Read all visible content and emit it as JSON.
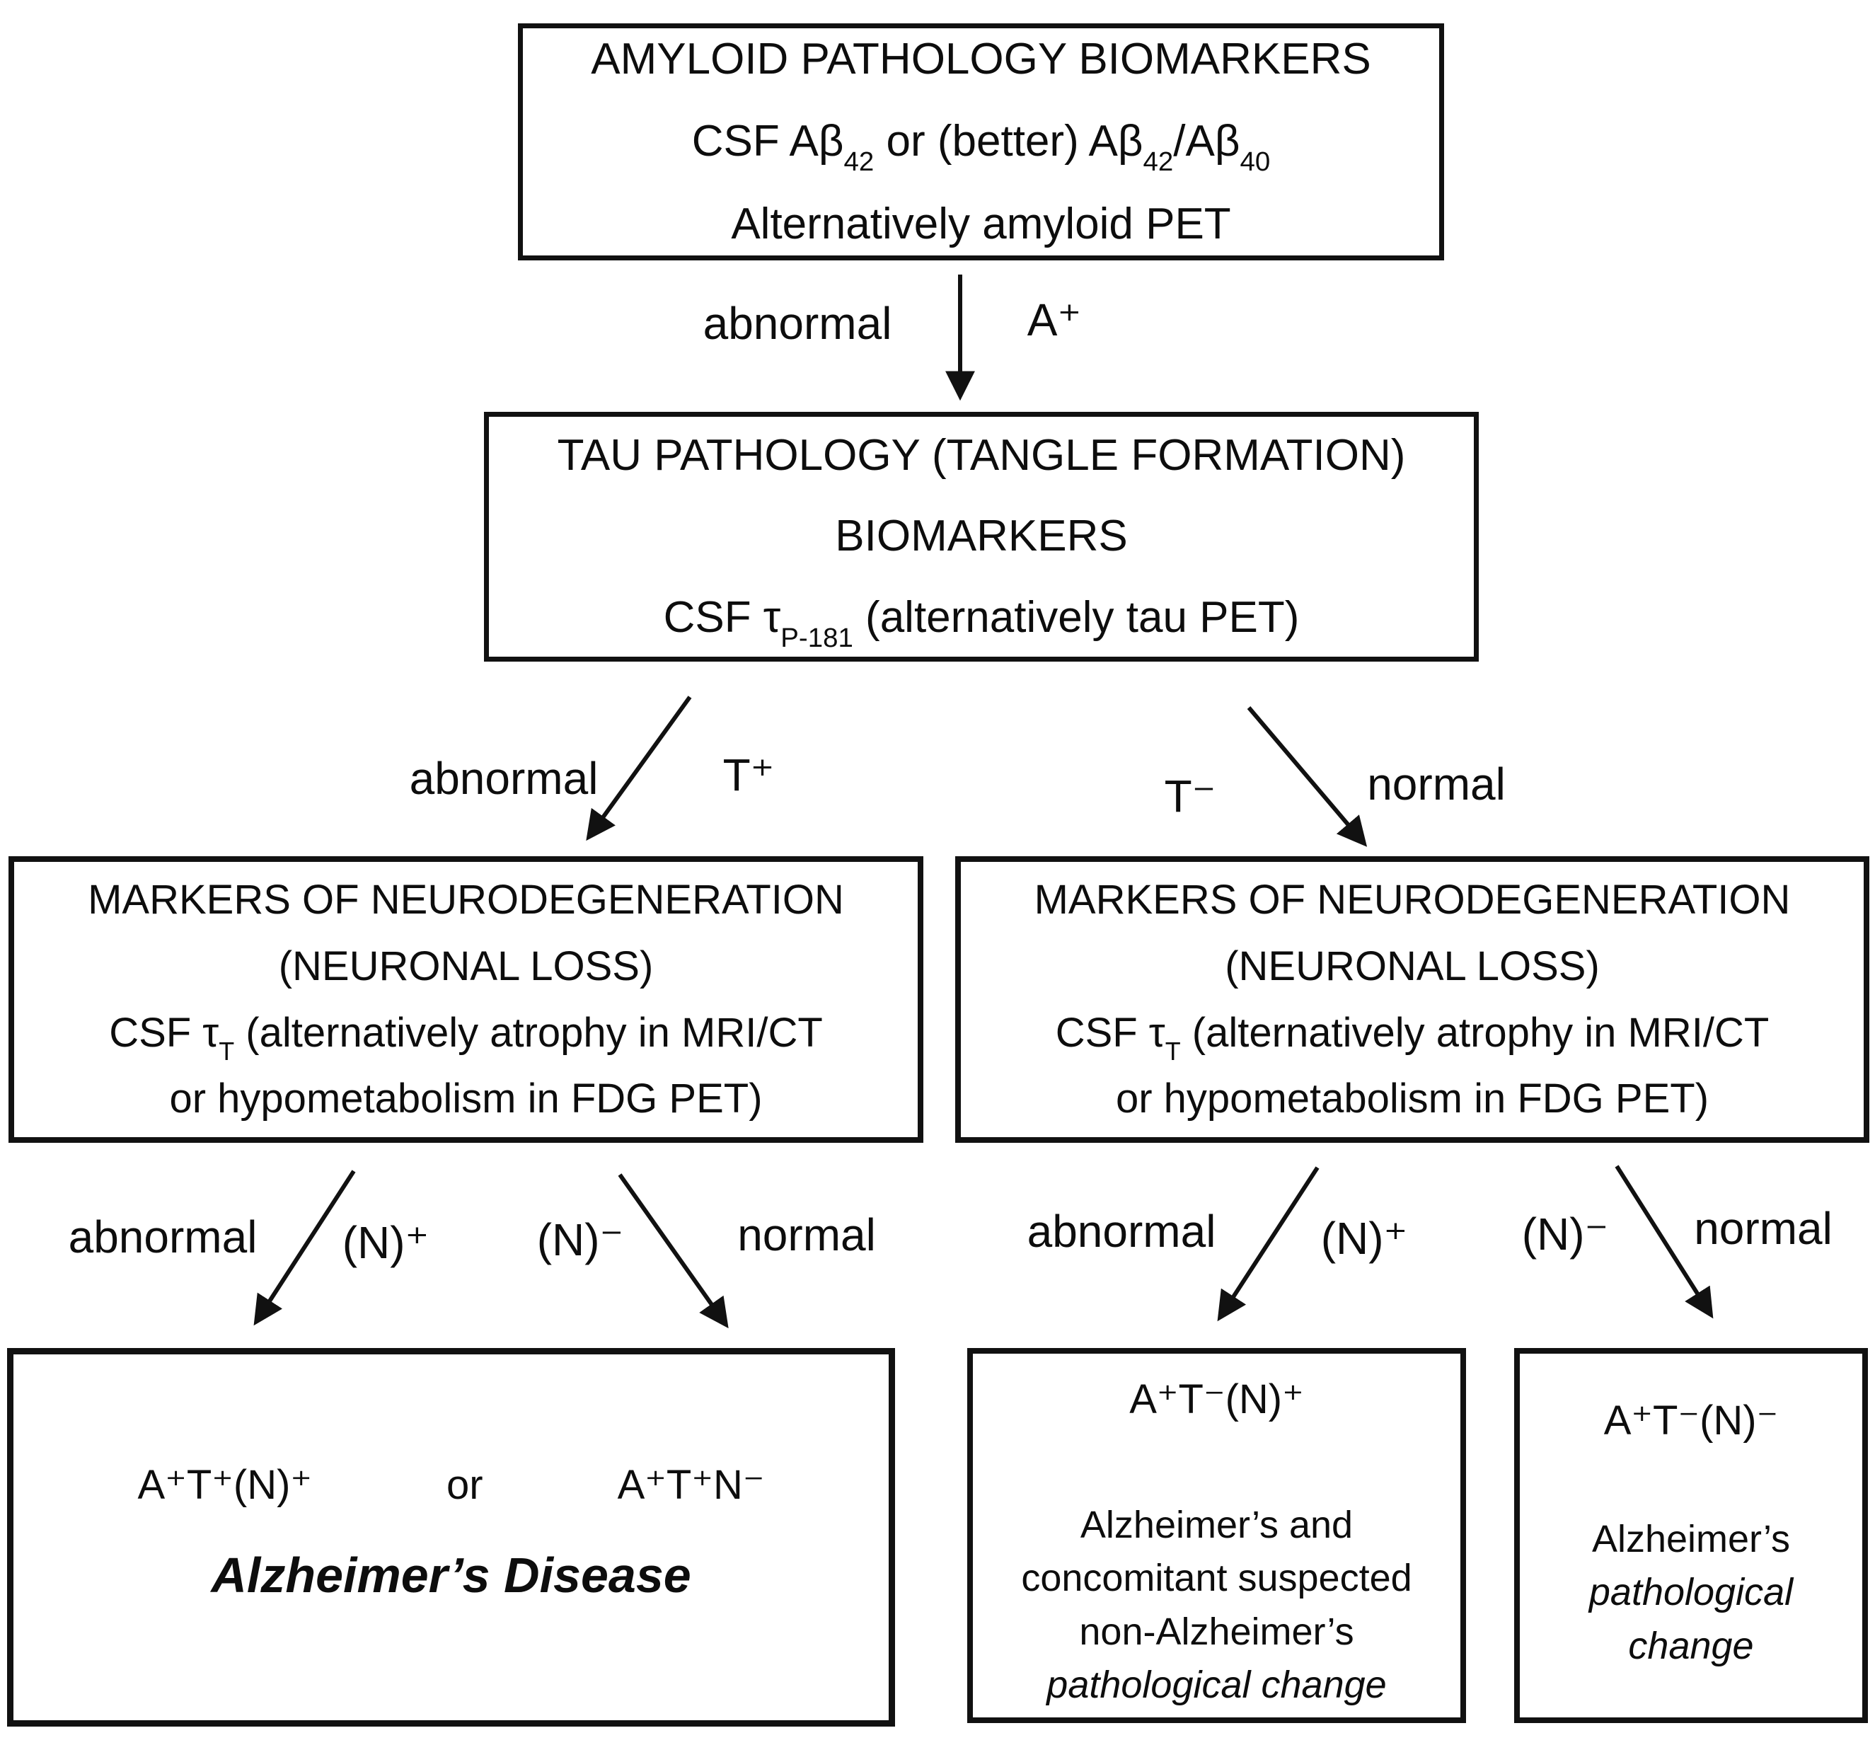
{
  "figure": {
    "type": "flowchart",
    "background_color": "#ffffff",
    "line_color": "#111111",
    "text_color": "#0d0d0d"
  },
  "nodes": {
    "amyloid": {
      "line1": "AMYLOID PATHOLOGY BIOMARKERS",
      "line2": {
        "p1": "CSF Aβ",
        "s1": "42",
        "p2": " or (better) Aβ",
        "s2": "42",
        "p3": "/Aβ",
        "s3": "40"
      },
      "line3": "Alternatively amyloid PET"
    },
    "tau": {
      "line1": "TAU PATHOLOGY (TANGLE FORMATION)",
      "line2": "BIOMARKERS",
      "line3": {
        "p1": "CSF τ",
        "s1": "P-181",
        "p2": " (alternatively tau PET)"
      }
    },
    "neuro_left": {
      "line1": "MARKERS OF NEURODEGENERATION",
      "line2": "(NEURONAL LOSS)",
      "line3": {
        "p1": "CSF τ",
        "s1": "T",
        "p2": " (alternatively atrophy in MRI/CT"
      },
      "line4": "or hypometabolism in FDG PET)"
    },
    "neuro_right": {
      "line1": "MARKERS OF NEURODEGENERATION",
      "line2": "(NEURONAL LOSS)",
      "line3": {
        "p1": "CSF τ",
        "s1": "T",
        "p2": " (alternatively atrophy in MRI/CT"
      },
      "line4": "or hypometabolism in FDG PET)"
    },
    "alzheimers_disease": {
      "profile_a": "A⁺T⁺(N)⁺",
      "conjunction": "or",
      "profile_b": "A⁺T⁺N⁻",
      "diagnosis": "Alzheimer’s Disease"
    },
    "concomitant": {
      "profile": "A⁺T⁻(N)⁺",
      "line1": "Alzheimer’s and",
      "line2": "concomitant suspected",
      "line3": "non-Alzheimer’s",
      "line4_italic": "pathological change"
    },
    "alz_path_change": {
      "profile": "A⁺T⁻(N)⁻",
      "line1": "Alzheimer’s",
      "line2_italic": "pathological",
      "line3_italic": "change"
    }
  },
  "edge_labels": {
    "amyloid_abnormal": "abnormal",
    "amyloid_code": "A⁺",
    "tau_abnormal": "abnormal",
    "tau_pos_code": "T⁺",
    "tau_neg_code": "T⁻",
    "tau_normal": "normal",
    "nleft_abnormal": "abnormal",
    "nleft_pos_code": "(N)⁺",
    "nleft_neg_code": "(N)⁻",
    "nleft_normal": "normal",
    "nright_abnormal": "abnormal",
    "nright_pos_code": "(N)⁺",
    "nright_neg_code": "(N)⁻",
    "nright_normal": "normal"
  }
}
